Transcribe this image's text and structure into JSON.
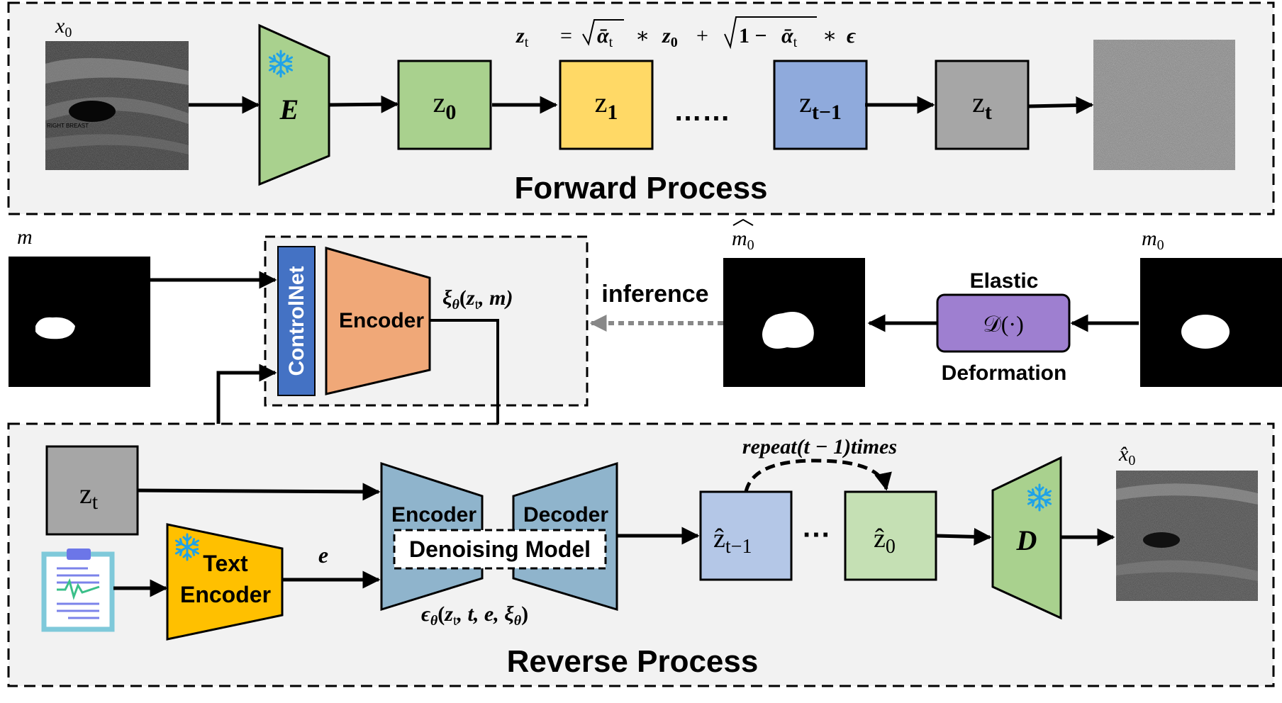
{
  "forward": {
    "title": "Forward Process",
    "x0_label": "x",
    "x0_sub": "0",
    "encoder_label": "E",
    "latents": [
      {
        "main": "z",
        "sub": "0",
        "color": "#a9d18e"
      },
      {
        "main": "z",
        "sub": "1",
        "color": "#ffd966"
      },
      {
        "main": "z",
        "sub": "t−1",
        "color": "#8faadc"
      },
      {
        "main": "z",
        "sub": "t",
        "color": "#a6a6a6"
      }
    ],
    "dots": "……",
    "equation": {
      "lhs_main": "z",
      "lhs_sub": "t",
      "eq": "=",
      "t1_alpha": "ᾱ",
      "t1_sub": "t",
      "times1": "∗",
      "z0_main": "z",
      "z0_sub": "0",
      "plus": "+",
      "t2_one": "1 −",
      "t2_alpha": "ᾱ",
      "t2_sub": "t",
      "times2": "∗",
      "eps": "ϵ"
    }
  },
  "control": {
    "m_label": "m",
    "controlnet_label": "ControlNet",
    "encoder_label": "Encoder",
    "xi_label": "ξ",
    "xi_sub": "θ",
    "xi_args_open": "(",
    "xi_z": "z",
    "xi_z_sub": "t",
    "xi_rest": ", m)",
    "inference_label": "inference",
    "mhat_label": "m",
    "mhat_sub": "0",
    "m0_label": "m",
    "m0_sub": "0",
    "elastic_top": "Elastic",
    "elastic_bottom": "Deformation",
    "deform_op": "𝒟(·)"
  },
  "reverse": {
    "title": "Reverse Process",
    "zt_main": "z",
    "zt_sub": "t",
    "text_encoder_line1": "Text",
    "text_encoder_line2": "Encoder",
    "e_label": "e",
    "unet_encoder_label": "Encoder",
    "unet_decoder_label": "Decoder",
    "denoising_label": "Denoising Model",
    "eps_label": "ϵ",
    "eps_sub": "θ",
    "eps_args_open": "(",
    "eps_z": "z",
    "eps_z_sub": "t",
    "eps_mid": ", t, e, ξ",
    "eps_xi_sub": "θ",
    "eps_close": ")",
    "repeat_label": "repeat(t − 1)times",
    "zhat_tm1_main": "ẑ",
    "zhat_tm1_sub": "t−1",
    "zhat_0_main": "ẑ",
    "zhat_0_sub": "0",
    "rev_dots": "···",
    "decoder_label": "D",
    "xhat_label": "x̂",
    "xhat_sub": "0"
  },
  "colors": {
    "panel_bg": "#f2f2f2",
    "vae_green": "#a9d18e",
    "controlnet_blue": "#4472c4",
    "cn_encoder_orange": "#f4b183",
    "unet_blue": "#8fb4cc",
    "text_encoder_yellow": "#ffc000",
    "deform_purple": "#9e7fd0",
    "zhat_tm1": "#b4c7e7",
    "zhat_0": "#c5e0b4",
    "snowflake": "#1fa2e8",
    "inference_arrow": "#888888"
  }
}
